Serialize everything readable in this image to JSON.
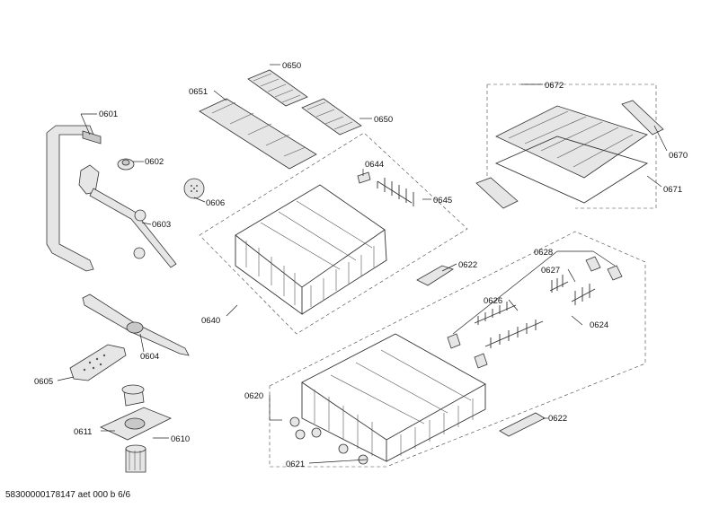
{
  "labels": {
    "l0601": "0601",
    "l0602": "0602",
    "l0603": "0603",
    "l0604": "0604",
    "l0605": "0605",
    "l0606": "0606",
    "l0610": "0610",
    "l0611": "0611",
    "l0620": "0620",
    "l0621": "0621",
    "l0622a": "0622",
    "l0622b": "0622",
    "l0624": "0624",
    "l0626": "0626",
    "l0627": "0627",
    "l0628": "0628",
    "l0640": "0640",
    "l0644": "0644",
    "l0645": "0645",
    "l0650a": "0650",
    "l0650b": "0650",
    "l0651": "0651",
    "l0670": "0670",
    "l0671": "0671",
    "l0672": "0672"
  },
  "footer": "58300000178147 aet 000 b 6/6"
}
